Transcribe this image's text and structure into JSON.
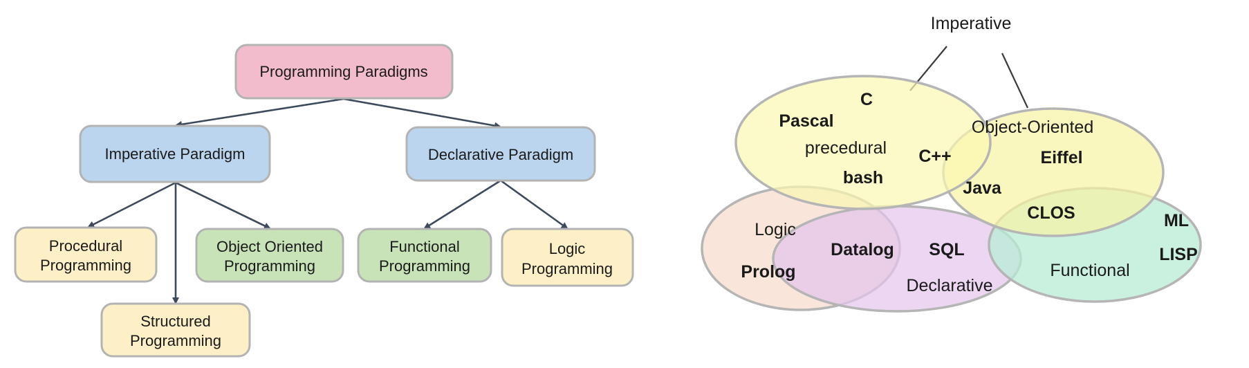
{
  "colors": {
    "root_fill": "#f3bccd",
    "paradigm_fill": "#bcd5ee",
    "leaf_yellow_fill": "#fdefc6",
    "leaf_green_fill": "#c9e3b9",
    "edge_color": "#3d4a5c",
    "venn_imperative": "#fbf8b2",
    "venn_oo": "#f8f4a3",
    "venn_logic": "#f7dccd",
    "venn_declarative": "#e4c5ed",
    "venn_functional": "#b8ecd6"
  },
  "tree": {
    "root": {
      "label": "Programming Paradigms"
    },
    "imperative": {
      "label": "Imperative Paradigm"
    },
    "declarative": {
      "label": "Declarative Paradigm"
    },
    "procedural": {
      "line1": "Procedural",
      "line2": "Programming"
    },
    "object_oriented": {
      "line1": "Object Oriented",
      "line2": "Programming"
    },
    "structured": {
      "line1": "Structured",
      "line2": "Programming"
    },
    "functional": {
      "line1": "Functional",
      "line2": "Programming"
    },
    "logic": {
      "line1": "Logic",
      "line2": "Programming"
    }
  },
  "venn": {
    "title": "Imperative",
    "region_labels": {
      "precedural": "precedural",
      "object_oriented": "Object-Oriented",
      "logic": "Logic",
      "declarative": "Declarative",
      "functional": "Functional"
    },
    "languages": {
      "c": "C",
      "pascal": "Pascal",
      "bash": "bash",
      "cpp": "C++",
      "eiffel": "Eiffel",
      "java": "Java",
      "clos": "CLOS",
      "ml": "ML",
      "lisp": "LISP",
      "datalog": "Datalog",
      "sql": "SQL",
      "prolog": "Prolog"
    }
  }
}
